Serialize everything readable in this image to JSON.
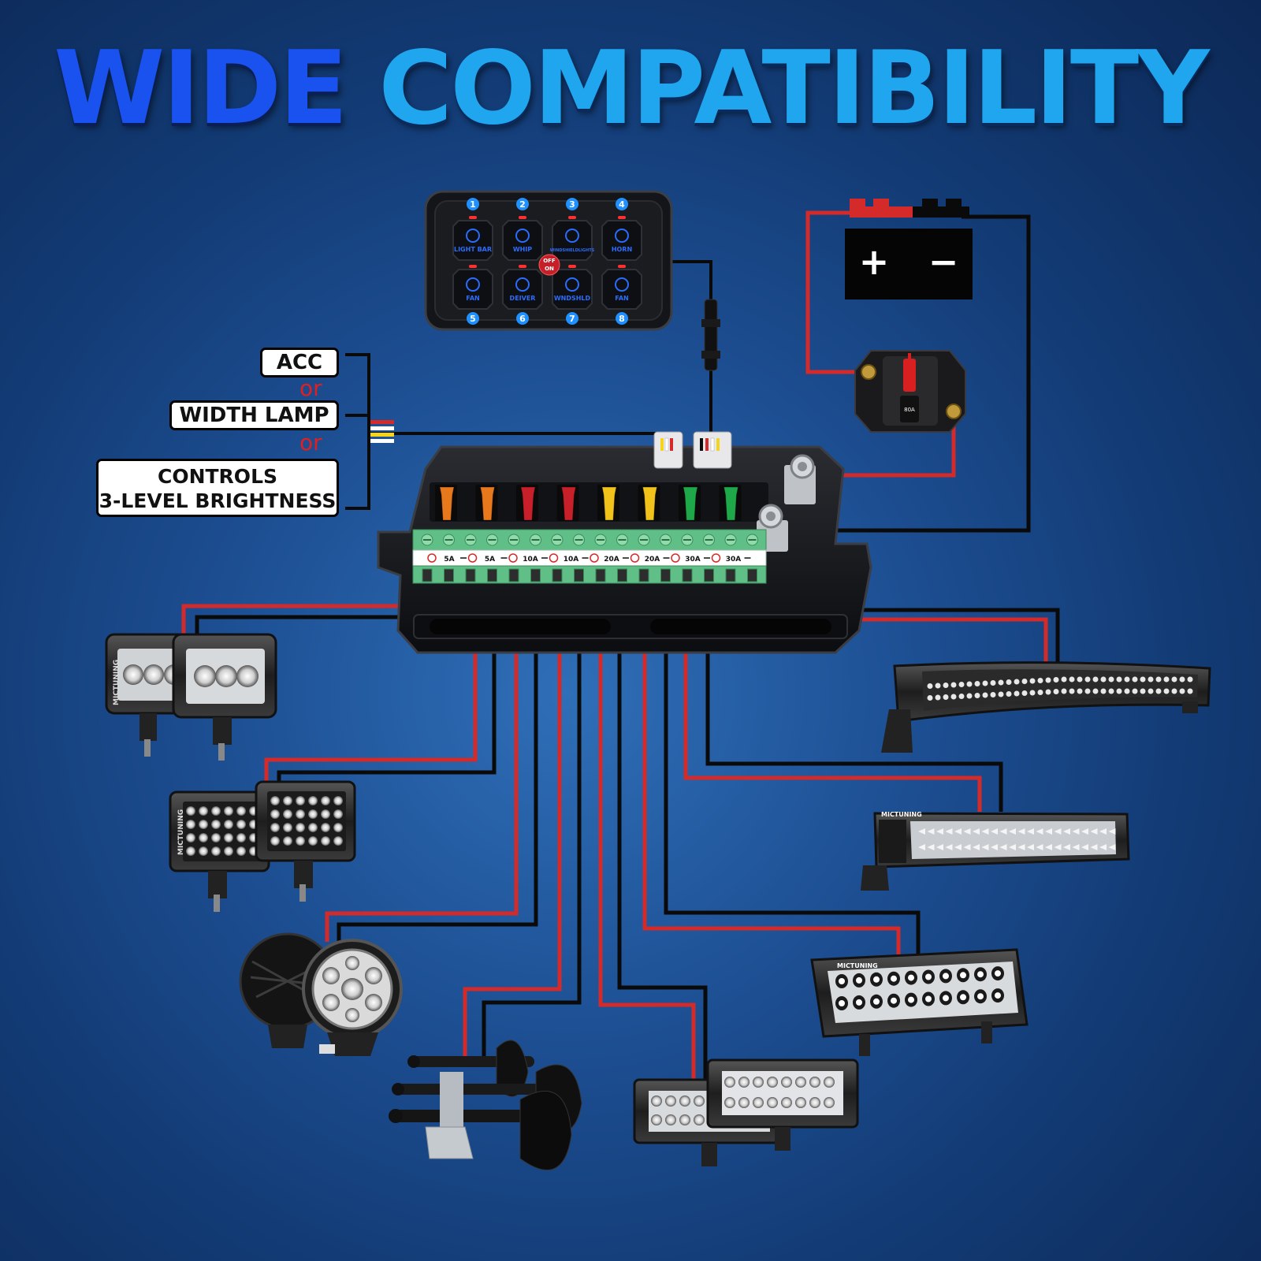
{
  "title": {
    "word1": "WIDE",
    "word2": "COMPATIBILITY"
  },
  "input_labels": {
    "acc": "ACC",
    "or1": "or",
    "width_lamp": "WIDTH LAMP",
    "or2": "or",
    "controls_l1": "CONTROLS",
    "controls_l2": "3-LEVEL BRIGHTNESS"
  },
  "switch_panel": {
    "buttons": [
      {
        "n": "1",
        "label": "LIGHT BAR",
        "icon": "light-bar-icon"
      },
      {
        "n": "2",
        "label": "WHIP",
        "icon": "whip-flag-icon"
      },
      {
        "n": "3",
        "label": "WINDSHIELDLIGHTS",
        "icon": "windshield-lights-icon"
      },
      {
        "n": "4",
        "label": "HORN",
        "icon": "horn-icon"
      },
      {
        "n": "5",
        "label": "FAN",
        "icon": "fan-icon"
      },
      {
        "n": "6",
        "label": "DEIVER",
        "icon": "seat-heater-icon"
      },
      {
        "n": "7",
        "label": "WNDSHLD",
        "icon": "headlight-icon"
      },
      {
        "n": "8",
        "label": "FAN",
        "icon": "engine-fan-icon"
      }
    ],
    "center_button": {
      "off": "OFF",
      "on": "ON"
    }
  },
  "battery": {
    "plus": "+",
    "minus": "−"
  },
  "breaker_label": "80A",
  "fuses": [
    {
      "rating": "5A",
      "color": "#e8781c"
    },
    {
      "rating": "5A",
      "color": "#e8781c"
    },
    {
      "rating": "10A",
      "color": "#c8202a"
    },
    {
      "rating": "10A",
      "color": "#c8202a"
    },
    {
      "rating": "20A",
      "color": "#f0c21a"
    },
    {
      "rating": "20A",
      "color": "#f0c21a"
    },
    {
      "rating": "30A",
      "color": "#1ea84a"
    },
    {
      "rating": "30A",
      "color": "#1ea84a"
    }
  ],
  "devices": [
    {
      "name": "cube-pod-lights",
      "brand": "MICTUNING"
    },
    {
      "name": "square-work-lights",
      "brand": "MICTUNING"
    },
    {
      "name": "round-driving-lights",
      "brand": ""
    },
    {
      "name": "air-horns",
      "brand": ""
    },
    {
      "name": "small-light-bars",
      "brand": ""
    },
    {
      "name": "medium-light-bar",
      "brand": "MICTUNING"
    },
    {
      "name": "double-row-light-bar",
      "brand": "MICTUNING"
    },
    {
      "name": "long-curved-light-bar",
      "brand": ""
    }
  ],
  "colors": {
    "positive_wire": "#d42a2a",
    "ground_wire": "#0a0a0a",
    "button_glow": "#2b6cff",
    "terminal_green": "#5fbf86"
  }
}
